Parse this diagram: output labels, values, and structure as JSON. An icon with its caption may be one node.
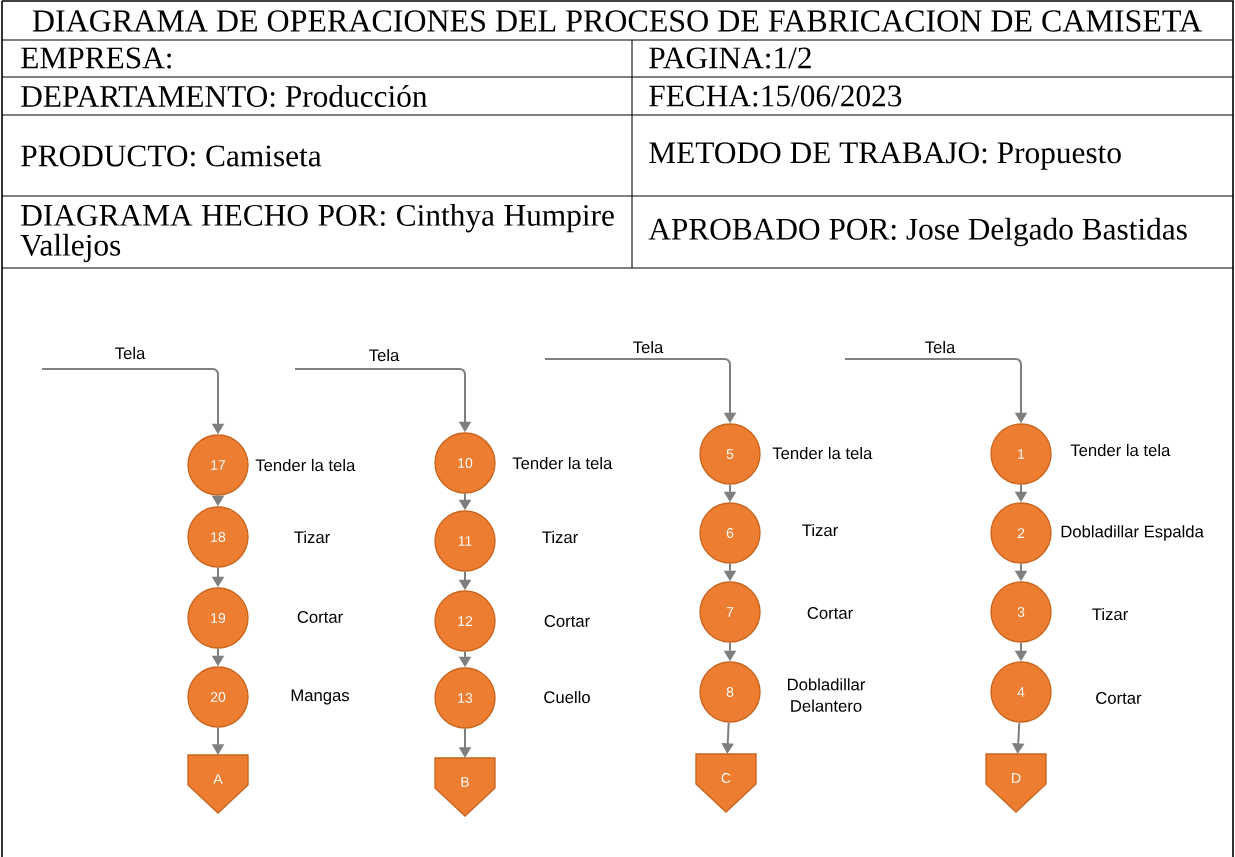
{
  "diagram": {
    "title": "DIAGRAMA DE OPERACIONES DEL PROCESO DE FABRICACION DE CAMISETA",
    "nodes": [
      {
        "text": [
          "17"
        ],
        "beside": [
          "Tender la tela"
        ]
      },
      {
        "text": [
          "18"
        ],
        "beside": [
          "Tizar"
        ]
      },
      {
        "text": [
          "19"
        ],
        "beside": [
          "Cortar"
        ]
      },
      {
        "text": [
          "20"
        ],
        "beside": [
          "Mangas"
        ]
      },
      {
        "text": [
          "A"
        ]
      },
      {
        "text": [
          "10"
        ],
        "beside": [
          "Tender la tela"
        ]
      },
      {
        "text": [
          "11"
        ],
        "beside": [
          "Tizar"
        ]
      },
      {
        "text": [
          "12"
        ],
        "beside": [
          "Cortar"
        ]
      },
      {
        "text": [
          "13"
        ],
        "beside": [
          "Cuello"
        ]
      },
      {
        "text": [
          "B"
        ]
      },
      {
        "text": [
          "5"
        ],
        "beside": [
          "Tender la tela"
        ]
      },
      {
        "text": [
          "6"
        ],
        "beside": [
          "Tizar"
        ]
      },
      {
        "text": [
          "7"
        ],
        "beside": [
          "Cortar"
        ]
      },
      {
        "text": [
          "8"
        ],
        "beside": [
          "Dobladillar Delantero"
        ]
      },
      {
        "text": [
          "C"
        ]
      },
      {
        "text": [
          "1"
        ],
        "beside": [
          "Tender la tela"
        ]
      },
      {
        "text": [
          "2"
        ],
        "beside": [
          "Dobladillar Espalda"
        ]
      },
      {
        "text": [
          "3"
        ],
        "beside": [
          "Tizar"
        ]
      },
      {
        "text": [
          "4"
        ],
        "beside": [
          "Cortar"
        ]
      },
      {
        "text": [
          "D"
        ]
      }
    ],
    "edges": [
      {
        "from": null,
        "to": 0,
        "arrow": "to",
        "label": "Tela"
      },
      {
        "from": 0,
        "to": 1,
        "arrow": "to"
      },
      {
        "from": 1,
        "to": 2,
        "arrow": "to"
      },
      {
        "from": 2,
        "to": 3,
        "arrow": "to"
      },
      {
        "from": 3,
        "to": 4,
        "arrow": "to"
      },
      {
        "from": null,
        "to": 5,
        "arrow": "to",
        "label": "Tela"
      },
      {
        "from": 5,
        "to": 6,
        "arrow": "to"
      },
      {
        "from": 6,
        "to": 7,
        "arrow": "to"
      },
      {
        "from": 7,
        "to": 8,
        "arrow": "to"
      },
      {
        "from": 8,
        "to": 9,
        "arrow": "to"
      },
      {
        "from": null,
        "to": 10,
        "arrow": "to",
        "label": "Tela"
      },
      {
        "from": 10,
        "to": 11,
        "arrow": "to"
      },
      {
        "from": 11,
        "to": 12,
        "arrow": "to"
      },
      {
        "from": 12,
        "to": 13,
        "arrow": "to"
      },
      {
        "from": 13,
        "to": 14,
        "arrow": "to"
      },
      {
        "from": null,
        "to": 15,
        "arrow": "to",
        "label": "Tela"
      },
      {
        "from": 15,
        "to": 16,
        "arrow": "to"
      },
      {
        "from": 16,
        "to": 17,
        "arrow": "to"
      },
      {
        "from": 17,
        "to": 18,
        "arrow": "to"
      },
      {
        "from": 18,
        "to": 19,
        "arrow": "to"
      }
    ],
    "labels": [
      "EMPRESA:",
      "PAGINA:1/2",
      "DEPARTAMENTO: Producción",
      "FECHA:15/06/2023",
      "PRODUCTO: Camiseta",
      "METODO DE TRABAJO: Propuesto",
      "DIAGRAMA HECHO POR: Cinthya Humpire Vallejos",
      "APROBADO POR: Jose Delgado Bastidas"
    ]
  }
}
